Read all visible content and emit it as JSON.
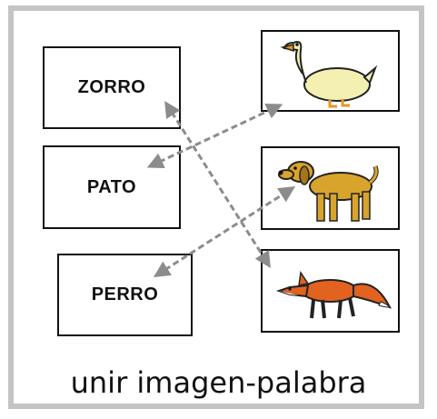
{
  "words": [
    "ZORRO",
    "PATO",
    "PERRO"
  ],
  "pictures": [
    "duck-picture",
    "dog-picture",
    "fox-picture"
  ],
  "caption": "unir imagen-palabra",
  "colors": {
    "border": "#c4c4c4",
    "arrow": "#8c8c8c",
    "duck": "#f3f0b2",
    "dog": "#d9a42c",
    "fox": "#e2621f"
  }
}
